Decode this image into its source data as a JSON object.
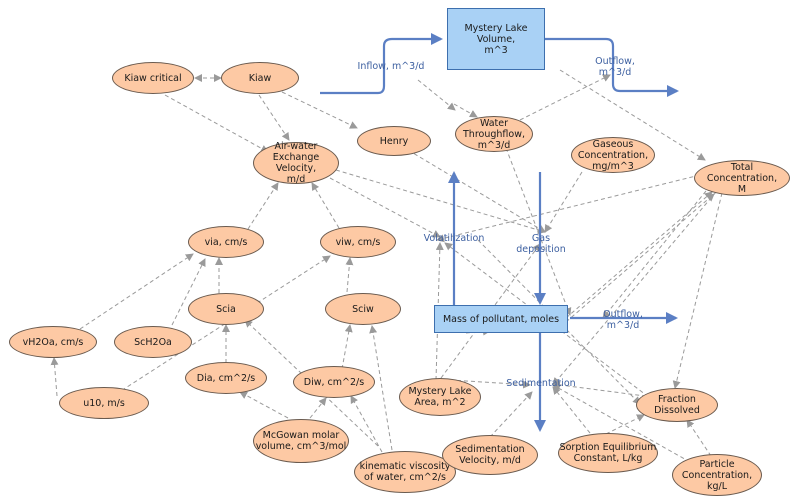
{
  "diagram": {
    "stocks": {
      "lake_volume": "Mystery Lake Volume,\nm^3",
      "pollutant_mass": "Mass of pollutant, moles"
    },
    "flows": {
      "inflow": "Inflow, m^3/d",
      "outflow_top": "Outflow,\nm^3/d",
      "volatilization": "Volatilization",
      "gas_deposition": "Gas deposition",
      "outflow_mid": "Outflow,\nm^3/d",
      "sedimentation": "Sedimentation"
    },
    "variables": {
      "kiaw_critical": "Kiaw critical",
      "kiaw": "Kiaw",
      "henry": "Henry",
      "water_throughflow": "Water\nThroughflow,\nm^3/d",
      "gaseous_concentration": "Gaseous\nConcentration,\nmg/m^3",
      "total_concentration": "Total Concentration,\nM",
      "air_water_velocity": "Air-water\nExchange Velocity,\nm/d",
      "via": "via, cm/s",
      "viw": "viw, cm/s",
      "scia": "Scia",
      "sciw": "Sciw",
      "vh2oa": "vH2Oa, cm/s",
      "sch2oa": "ScH2Oa",
      "dia": "Dia, cm^2/s",
      "diw": "Diw, cm^2/s",
      "u10": "u10, m/s",
      "mcgowan": "McGowan molar\nvolume, cm^3/mol",
      "kinematic_viscosity": "kinematic viscosity\nof water, cm^2/s",
      "lake_area": "Mystery Lake\nArea, m^2",
      "sedimentation_velocity": "Sedimentation\nVelocity, m/d",
      "sorption": "Sorption Equilibrium\nConstant, L/kg",
      "fraction_dissolved": "Fraction\nDissolved",
      "particle_concentration": "Particle\nConcentration,\nkg/L"
    },
    "colors": {
      "variable_fill": "#fdc9a4",
      "stock_fill": "#a9d1f5",
      "flow_line": "#5b7fc4",
      "link_line": "#9a9a9a",
      "flow_text": "#3c5fa0"
    }
  }
}
